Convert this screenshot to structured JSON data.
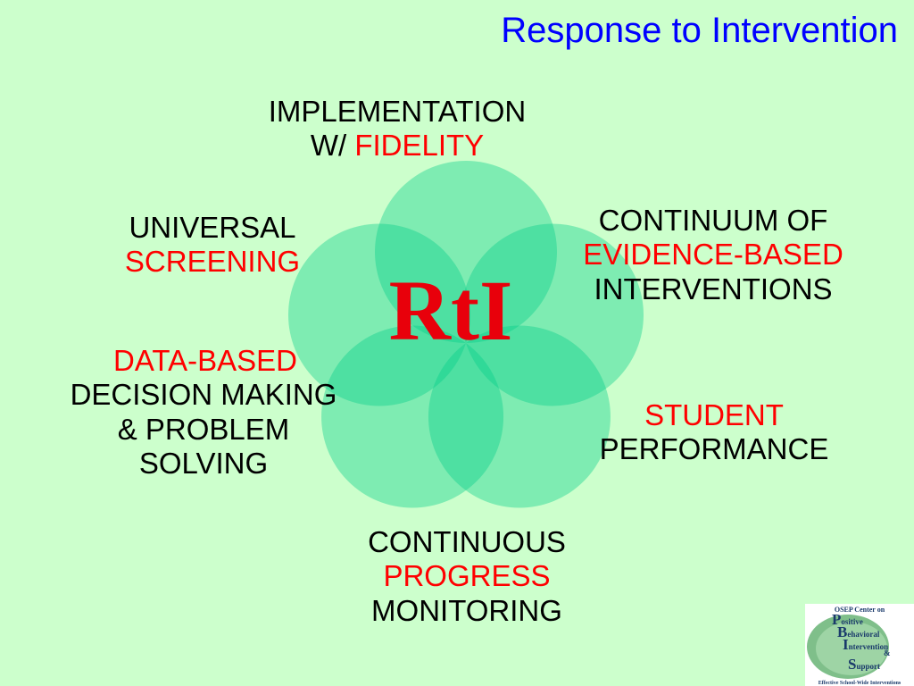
{
  "title": "Response to Intervention",
  "center_label": "RtI",
  "colors": {
    "background": "#ccffcc",
    "title": "#0000ff",
    "accent_red": "#ff0000",
    "circle": "#00cc88"
  },
  "labels": {
    "implementation": {
      "line1": "IMPLEMENTATION",
      "line2_prefix": "W/ ",
      "line2_red": "FIDELITY"
    },
    "universal": {
      "line1": "UNIVERSAL",
      "line2_red": "SCREENING"
    },
    "continuum": {
      "line1": "CONTINUUM OF",
      "line2_red": "EVIDENCE-BASED",
      "line3": "INTERVENTIONS"
    },
    "data_based": {
      "line1_red": "DATA-BASED",
      "line2": "DECISION MAKING",
      "line3": "& PROBLEM",
      "line4": "SOLVING"
    },
    "student": {
      "line1_red": "STUDENT",
      "line2": "PERFORMANCE"
    },
    "continuous": {
      "line1": "CONTINUOUS",
      "line2_red": "PROGRESS",
      "line3": "MONITORING"
    }
  },
  "logo": {
    "top_text": "OSEP Center on",
    "words": [
      {
        "letter": "P",
        "rest": "ositive"
      },
      {
        "letter": "B",
        "rest": "ehavioral"
      },
      {
        "letter": "I",
        "rest": "ntervention"
      },
      {
        "letter": "",
        "rest": "&"
      },
      {
        "letter": "S",
        "rest": "upport"
      }
    ],
    "bottom_text": "Effective School-Wide Interventions"
  }
}
